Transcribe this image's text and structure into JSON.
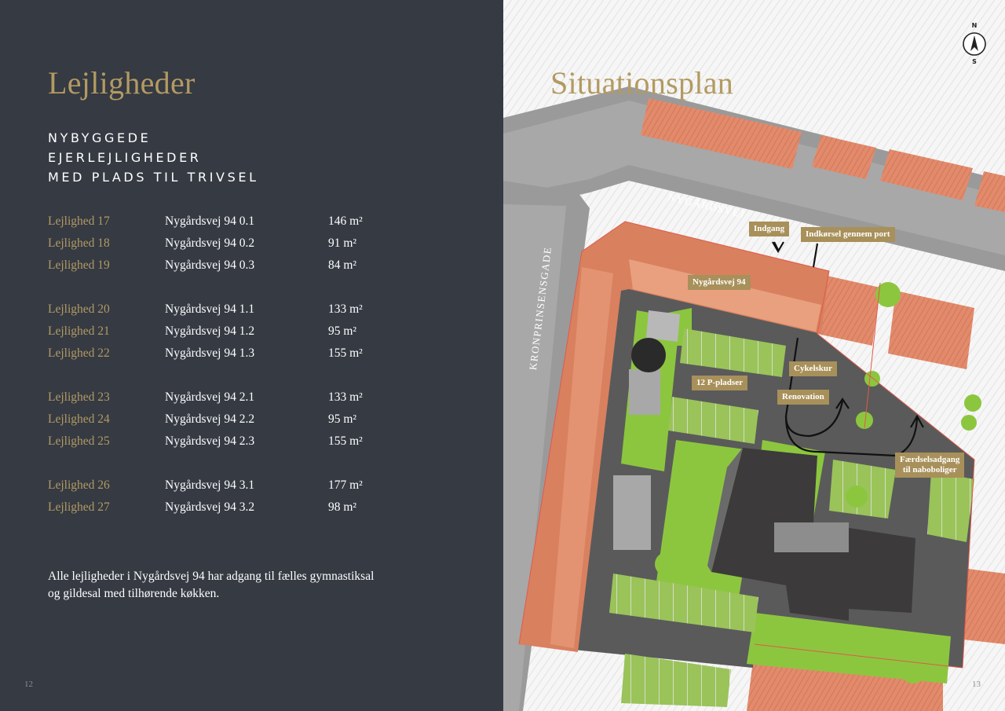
{
  "left": {
    "title": "Lejligheder",
    "subtitle_lines": [
      "NYBYGGEDE",
      "EJERLEJLIGHEDER",
      "MED PLADS TIL TRIVSEL"
    ],
    "groups": [
      [
        {
          "name": "Lejlighed 17",
          "address": "Nygårdsvej 94 0.1",
          "area": "146 m²"
        },
        {
          "name": "Lejlighed 18",
          "address": "Nygårdsvej 94 0.2",
          "area": "91 m²"
        },
        {
          "name": "Lejlighed 19",
          "address": "Nygårdsvej 94 0.3",
          "area": "84 m²"
        }
      ],
      [
        {
          "name": "Lejlighed 20",
          "address": "Nygårdsvej 94 1.1",
          "area": "133 m²"
        },
        {
          "name": "Lejlighed 21",
          "address": "Nygårdsvej 94 1.2",
          "area": "95 m²"
        },
        {
          "name": "Lejlighed 22",
          "address": "Nygårdsvej 94 1.3",
          "area": "155 m²"
        }
      ],
      [
        {
          "name": "Lejlighed 23",
          "address": "Nygårdsvej 94 2.1",
          "area": "133 m²"
        },
        {
          "name": "Lejlighed 24",
          "address": "Nygårdsvej 94 2.2",
          "area": "95 m²"
        },
        {
          "name": "Lejlighed 25",
          "address": "Nygårdsvej 94 2.3",
          "area": "155 m²"
        }
      ],
      [
        {
          "name": "Lejlighed 26",
          "address": "Nygårdsvej 94 3.1",
          "area": "177 m²"
        },
        {
          "name": "Lejlighed 27",
          "address": "Nygårdsvej 94 3.2",
          "area": "98 m²"
        }
      ]
    ],
    "footnote": "Alle lejligheder i Nygårdsvej 94 har adgang til fælles gymnastiksal og gildesal med tilhørende køkken.",
    "page_number": "12"
  },
  "right": {
    "title": "Situationsplan",
    "compass": {
      "north": "N",
      "south": "S"
    },
    "streets": {
      "top": "NYGÅRDSVEJ",
      "left": "KRONPRINSENSGADE"
    },
    "labels": {
      "indgang": "Indgang",
      "indkoersel": "Indkørsel gennem port",
      "building": "Nygårdsvej 94",
      "cykelskur": "Cykelskur",
      "parking": "12 P-pladser",
      "renovation": "Renovation",
      "faerdsel_line1": "Færdselsadgang",
      "faerdsel_line2": "til naboboliger"
    },
    "page_number": "13"
  },
  "colors": {
    "dark_page": "#353a43",
    "gold": "#b39a62",
    "label_bg": "#a8905a",
    "roof": "#d9805f",
    "grass": "#8cc63f",
    "pavement": "#5a5a5a"
  }
}
